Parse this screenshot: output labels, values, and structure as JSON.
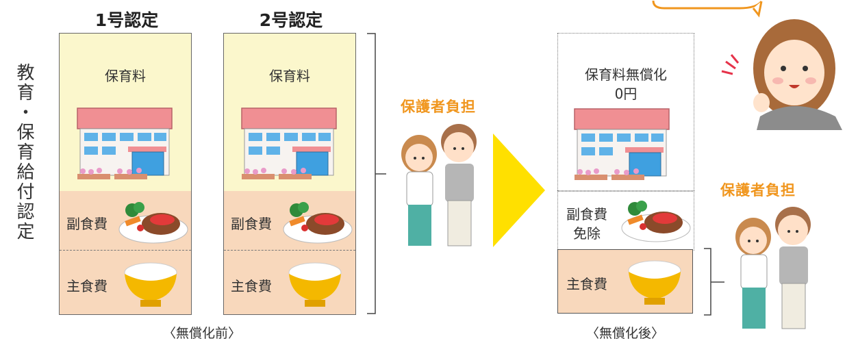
{
  "headers": {
    "cert1": "1号認定",
    "cert2": "2号認定"
  },
  "side_label": "教育・保育給付認定",
  "before": {
    "childcare_fee": "保育料",
    "side_dish_fee": "副食費",
    "staple_fee": "主食費",
    "caption": "〈無償化前〉"
  },
  "after": {
    "childcare_line1": "保育料無償化",
    "childcare_line2": "0円",
    "side_dish_line1": "副食費",
    "side_dish_line2": "免除",
    "staple_fee": "主食費",
    "caption": "〈無償化後〉"
  },
  "guardian_burden": "保護者負担",
  "colors": {
    "yellow": "#fbf7cc",
    "peach": "#f8d8bc",
    "arrow": "#ffe000",
    "accent": "#f0961e"
  }
}
